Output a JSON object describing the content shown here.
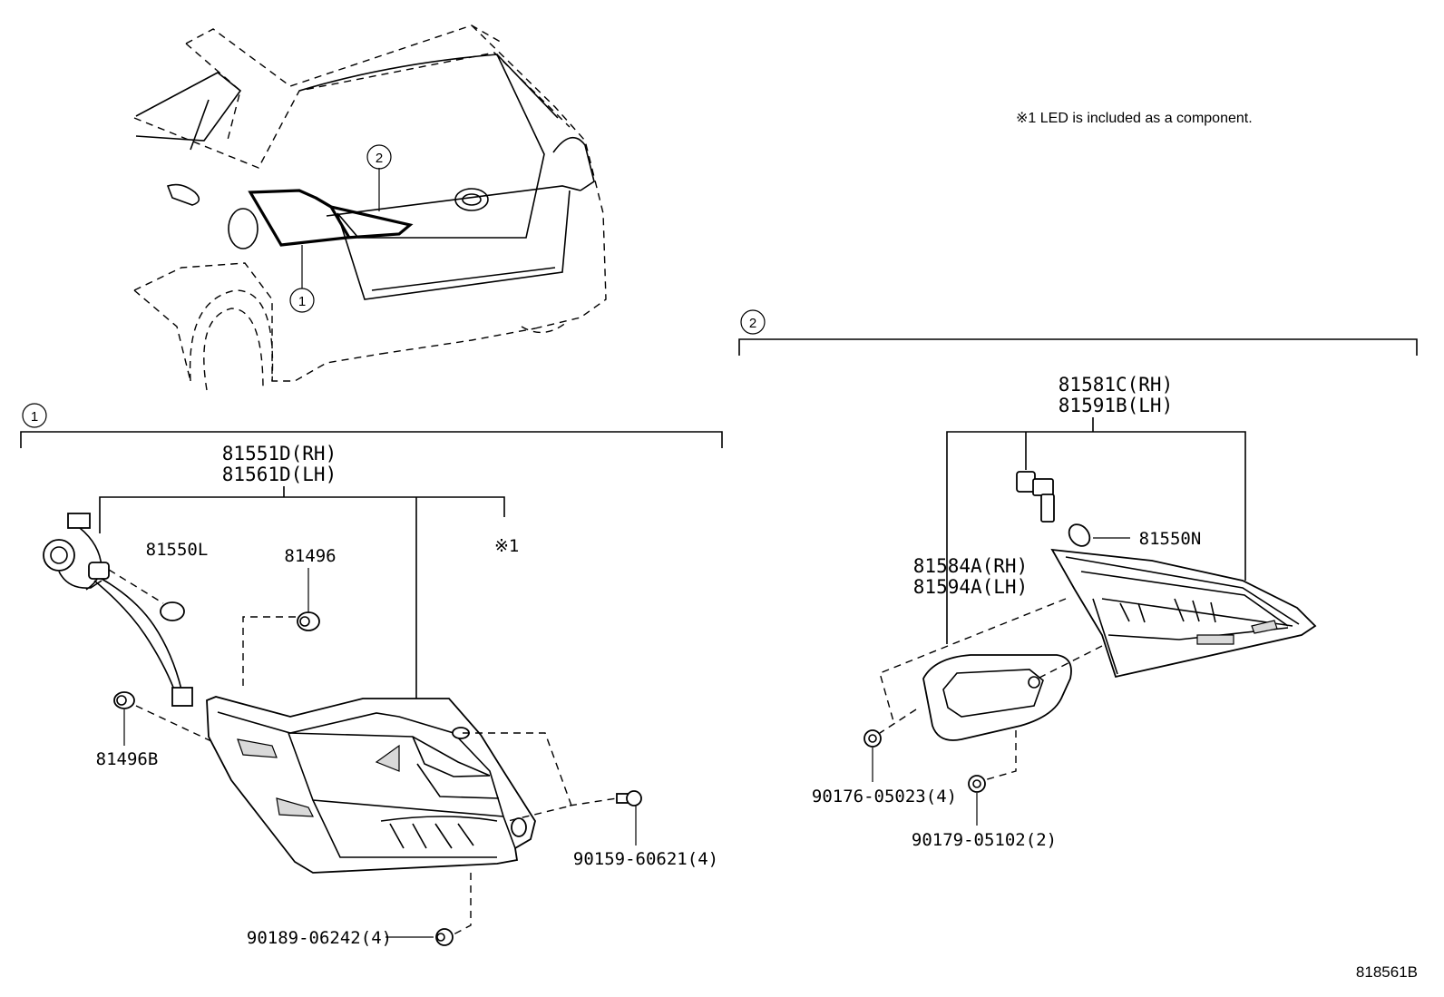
{
  "note": "※1 LED is included as a component.",
  "callouts": {
    "c1": "1",
    "c2": "2"
  },
  "group1": {
    "assembly": [
      "81551D(RH)",
      "81561D(LH)"
    ],
    "bulb": "81550L",
    "socket": "81496",
    "socket_b": "81496B",
    "screw": "90159-60621(4)",
    "nut": "90189-06242(4)",
    "led_ref": "※1"
  },
  "group2": {
    "assembly": [
      "81581C(RH)",
      "81591B(LH)"
    ],
    "bulb": "81550N",
    "gasket": [
      "81584A(RH)",
      "81594A(LH)"
    ],
    "nut_a": "90176-05023(4)",
    "nut_b": "90179-05102(2)"
  },
  "diagram_code": "818561B"
}
